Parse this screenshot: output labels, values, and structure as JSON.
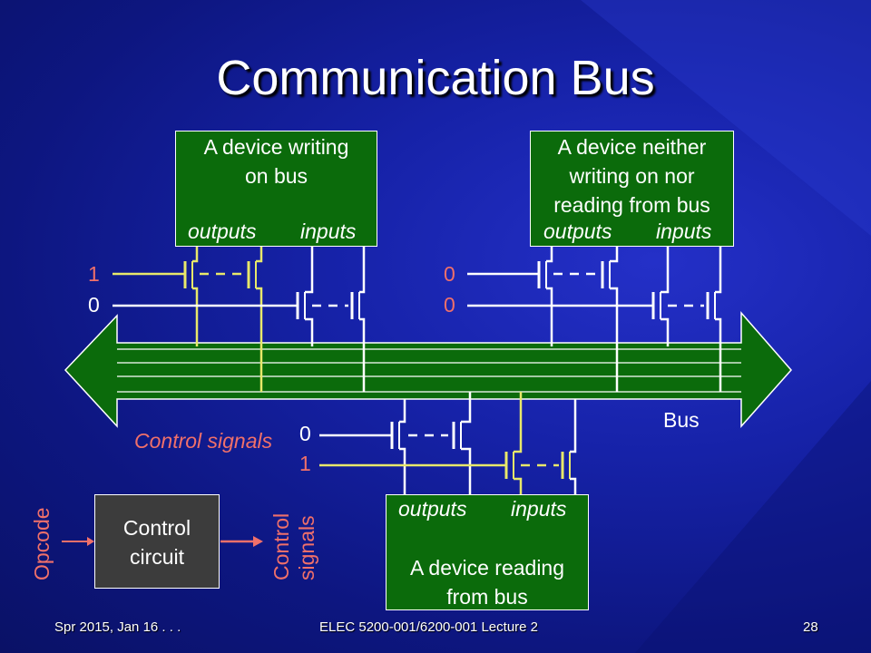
{
  "slide": {
    "title": "Communication Bus",
    "colors": {
      "background": "#1622a8",
      "device_box": "#0b6b0b",
      "signal_label": "#f0706a",
      "active_line": "#e8e86a",
      "control_box": "#3c3c3c"
    }
  },
  "device_writer": {
    "line1": "A device writing",
    "line2": "on bus",
    "outputs": "outputs",
    "inputs": "inputs",
    "sig_top": "1",
    "sig_bottom": "0"
  },
  "device_idle": {
    "line1": "A device neither",
    "line2": "writing on nor",
    "line3": "reading from bus",
    "outputs": "outputs",
    "inputs": "inputs",
    "sig_top": "0",
    "sig_bottom": "0"
  },
  "device_reader": {
    "outputs": "outputs",
    "inputs": "inputs",
    "line1": "A device reading",
    "line2": "from bus"
  },
  "bus": {
    "label": "Bus"
  },
  "control": {
    "label": "Control signals",
    "sig_top": "0",
    "sig_bottom": "1"
  },
  "control_circuit": {
    "line1": "Control",
    "line2": "circuit",
    "input_label": "Opcode",
    "output_line1": "Control",
    "output_line2": "signals"
  },
  "footer": {
    "left": "Spr 2015, Jan 16 . . .",
    "center": "ELEC 5200-001/6200-001 Lecture 2",
    "page": "28"
  }
}
